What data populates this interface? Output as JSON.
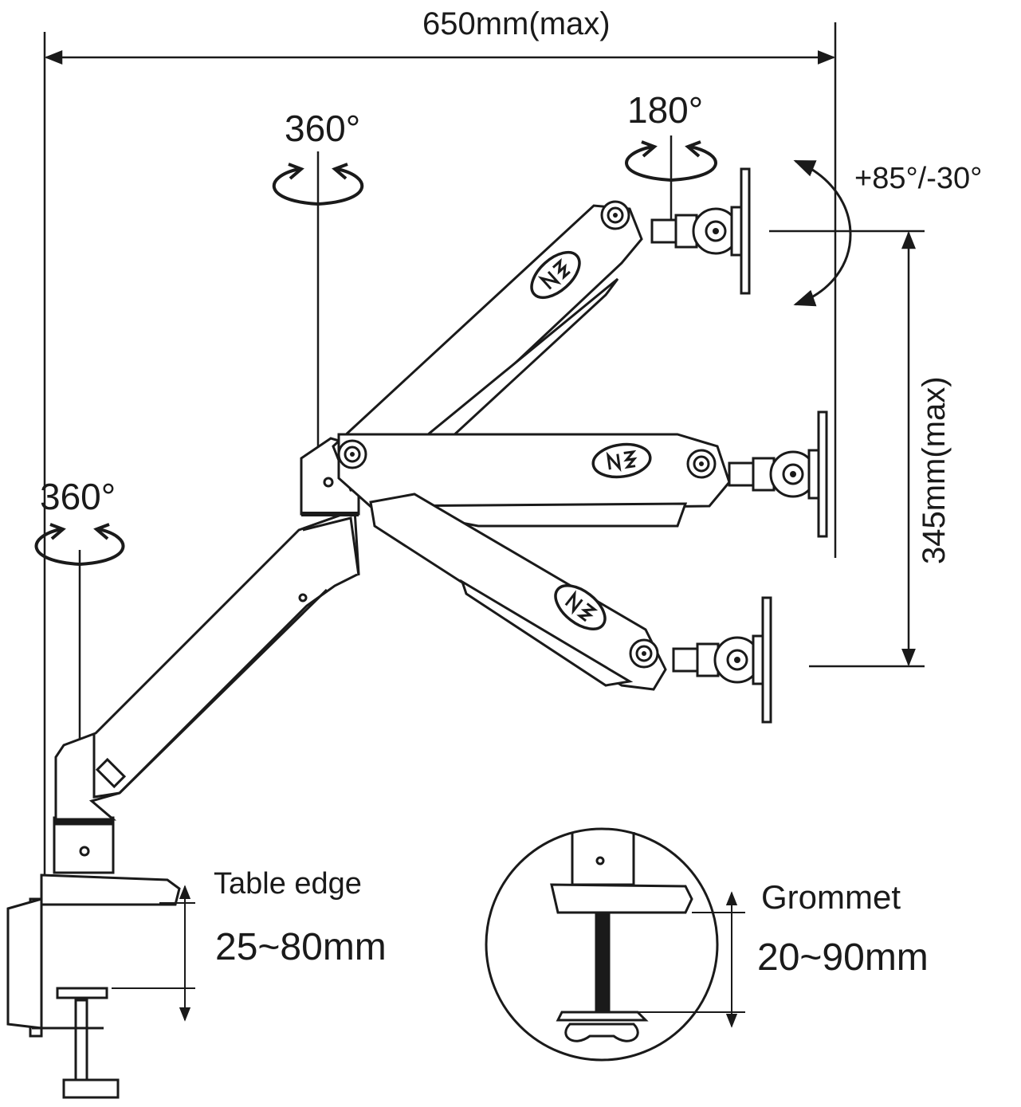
{
  "labels": {
    "max_width": "650mm(max)",
    "rotation_base_arm": "360°",
    "rotation_head": "180°",
    "rotation_pole": "360°",
    "tilt": "+85°/-30°",
    "max_height": "345mm(max)"
  },
  "table_clamp": {
    "title": "Table edge",
    "range": "25~80mm"
  },
  "grommet": {
    "title": "Grommet",
    "range": "20~90mm"
  },
  "icons": {
    "rotate": "rotate-arrows-icon",
    "brand": "nb-logo-icon",
    "pivot": "pivot-bolt-icon"
  },
  "colors": {
    "line": "#1a1a1a",
    "background": "#ffffff"
  }
}
